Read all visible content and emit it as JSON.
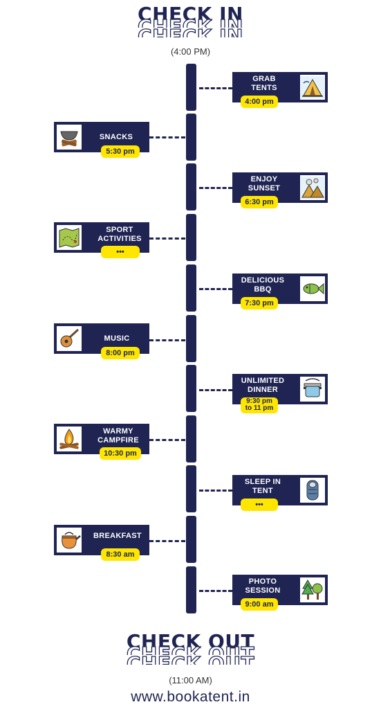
{
  "header": {
    "title": "CHECK IN",
    "time": "(4:00 PM)"
  },
  "footer": {
    "title": "CHECK OUT",
    "time": "(11:00 AM)",
    "url": "www.bookatent.in"
  },
  "items": [
    {
      "title": "GRAB\nTENTS",
      "time": "4:00 pm",
      "icon": "tent-icon"
    },
    {
      "title": "SNACKS",
      "time": "5:30 pm",
      "icon": "cooking-pot-icon"
    },
    {
      "title": "ENJOY\nSUNSET",
      "time": "6:30 pm",
      "icon": "mountains-icon"
    },
    {
      "title": "SPORT\nACTIVITIES",
      "time": "•••",
      "icon": "map-icon"
    },
    {
      "title": "DELICIOUS\nBBQ",
      "time": "7:30 pm",
      "icon": "fish-icon"
    },
    {
      "title": "MUSIC",
      "time": "8:00 pm",
      "icon": "guitar-icon"
    },
    {
      "title": "UNLIMITED\nDINNER",
      "time": "9:30 pm\nto 11 pm",
      "icon": "dinner-pot-icon"
    },
    {
      "title": "WARMY\nCAMPFIRE",
      "time": "10:30 pm",
      "icon": "campfire-icon"
    },
    {
      "title": "SLEEP IN\nTENT",
      "time": "•••",
      "icon": "sleeping-bag-icon"
    },
    {
      "title": "BREAKFAST",
      "time": "8:30 am",
      "icon": "kettle-icon"
    },
    {
      "title": "PHOTO\nSESSION",
      "time": "9:00 am",
      "icon": "trees-icon"
    }
  ]
}
